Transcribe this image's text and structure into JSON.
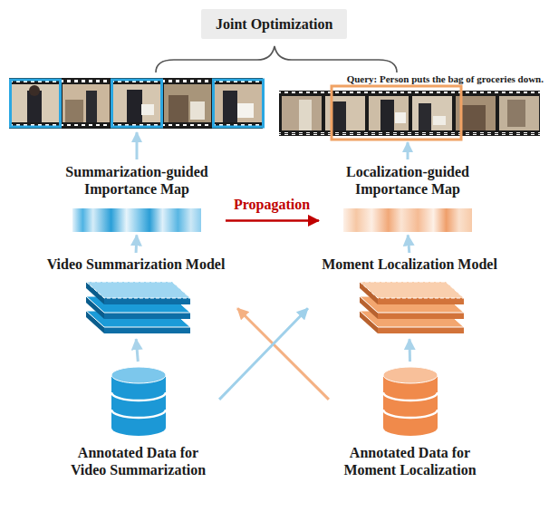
{
  "diagram": {
    "nodes": [
      {
        "text": [
          "Joint Optimization"
        ]
      },
      {
        "text": [
          "Summarization-guided Importance Map"
        ]
      },
      {
        "text": [
          "Localization-guided Importance Map"
        ]
      },
      {
        "text": [
          "Video Summarization Model"
        ]
      },
      {
        "text": [
          "Moment Localization Model"
        ]
      },
      {
        "text": [
          "Annotated Data for Video Summarization"
        ]
      },
      {
        "text": [
          "Annotated Data for Moment Localization"
        ]
      }
    ],
    "edges": [
      {
        "from": 1,
        "to": 2,
        "label": "Propagation",
        "arrow": "to"
      },
      {
        "from": 3,
        "to": 1,
        "arrow": "to"
      },
      {
        "from": 4,
        "to": 2,
        "arrow": "to"
      },
      {
        "from": 5,
        "to": 3,
        "arrow": "to"
      },
      {
        "from": 6,
        "to": 4,
        "arrow": "to"
      },
      {
        "from": 6,
        "to": 3,
        "arrow": "to"
      },
      {
        "from": 5,
        "to": 4,
        "arrow": "to"
      }
    ],
    "labels": [
      "Query: Person puts the bag of groceries down."
    ]
  }
}
